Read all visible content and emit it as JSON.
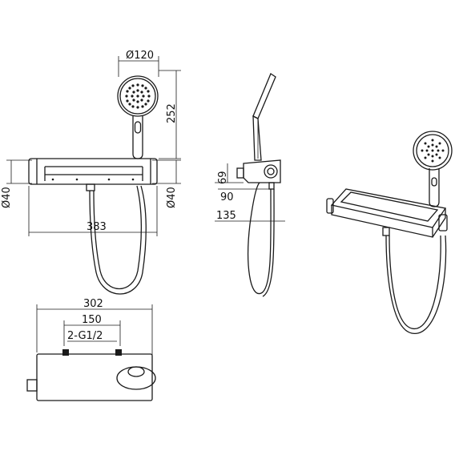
{
  "front_view": {
    "head_diameter": "Ø120",
    "height": "252",
    "left_diameter": "Ø40",
    "right_diameter": "Ø40",
    "width": "383"
  },
  "side_view": {
    "dim_69": "69",
    "dim_90": "90",
    "dim_135": "135"
  },
  "top_view": {
    "width": "302",
    "spacing": "150",
    "connection": "2-G1/2"
  }
}
